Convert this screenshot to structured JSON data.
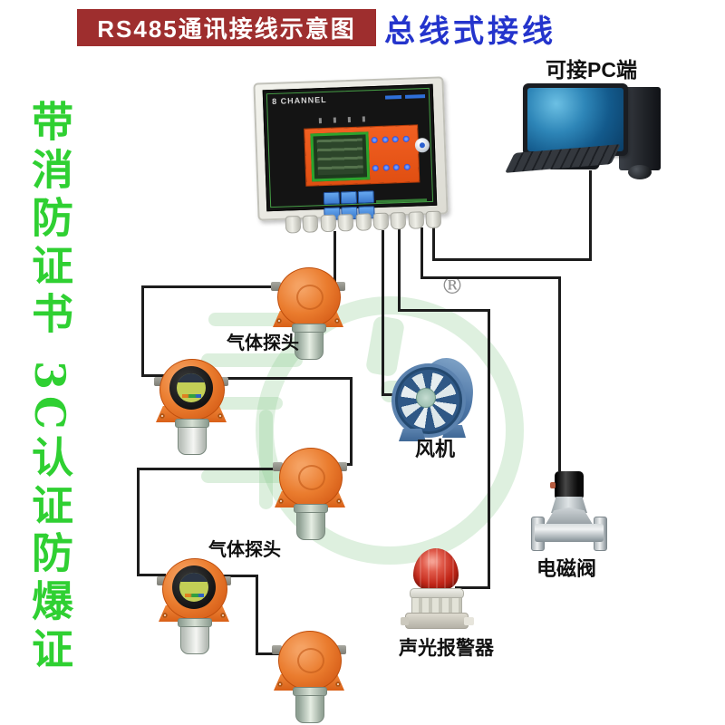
{
  "header": {
    "title": "RS485通讯接线示意图",
    "subtitle": "总线式接线"
  },
  "certifications": {
    "line1": "带消防证书",
    "line2": "3C认证",
    "line3": "防爆证"
  },
  "labels": {
    "pc": "可接PC端",
    "detector_top": "气体探头",
    "detector_bottom": "气体探头",
    "fan": "风机",
    "valve": "电磁阀",
    "alarm": "声光报警器"
  },
  "controller": {
    "channel_text": "8 CHANNEL"
  },
  "watermark": {
    "registered_mark": "®"
  },
  "colors": {
    "title_bg": "#9e2e2e",
    "title_text": "#ffffff",
    "subtitle_text": "#2434cc",
    "certification_text": "#2fd032",
    "wire": "#1c1c1c",
    "detector_orange": "#ea7c2e",
    "controller_board_orange": "#f26022",
    "controller_led_blue": "#2e6fd8",
    "fan_blue": "#4d76a6",
    "alarm_red": "#c22618",
    "watermark_green": "#cfe9cf"
  }
}
